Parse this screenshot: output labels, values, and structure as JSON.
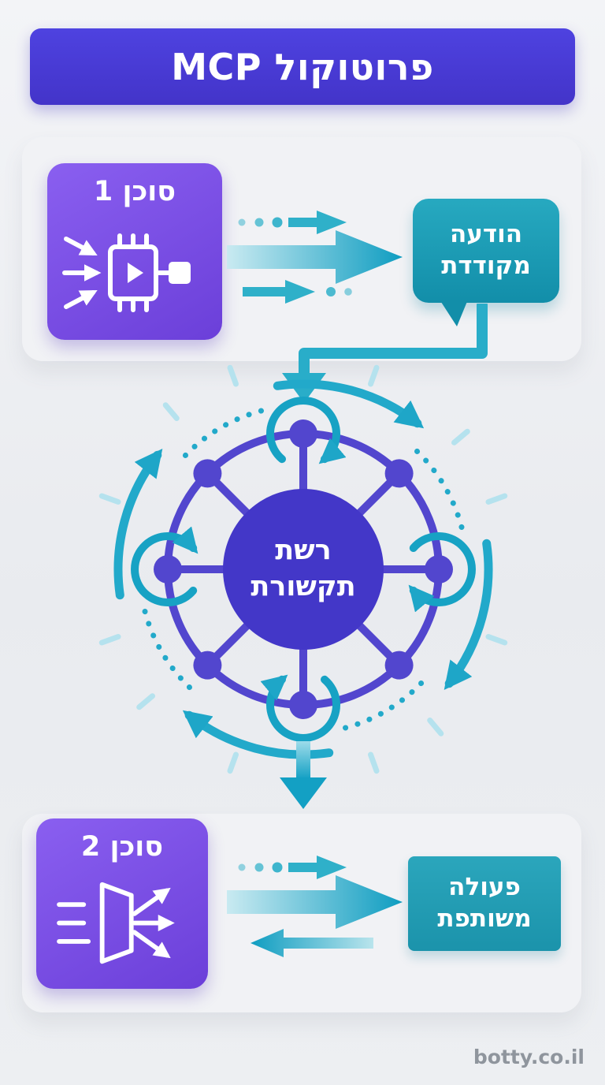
{
  "header": {
    "title": "פרוטוקול MCP"
  },
  "flow_top": {
    "agent_label": "סוכן 1",
    "message_label": "הודעה\nמקודדת"
  },
  "network": {
    "label": "רשת\nתקשורת"
  },
  "flow_bottom": {
    "agent_label": "סוכן 2",
    "action_label": "פעולה\nמשותפת"
  },
  "footer": {
    "watermark": "botty.co.il"
  },
  "icons": {
    "agent1": "cpu-chip-input-icon",
    "agent2": "door-output-icon",
    "message": "speech-bubble-icon",
    "flow_right": "arrow-right-icon",
    "flow_left": "arrow-left-icon",
    "network": "hub-network-icon",
    "connector": "elbow-arrow-icon",
    "down": "arrow-down-icon"
  },
  "colors": {
    "banner_purple": "#4a3ed6",
    "tile_purple": "#7a4fe2",
    "teal": "#159fc2",
    "teal_light": "#a8dcec",
    "node_purple": "#5246ce",
    "hub_purple": "#4337c8",
    "card_bg": "#f1f2f5",
    "page_bg": "#eceef1",
    "watermark_gray": "#8f959d"
  }
}
